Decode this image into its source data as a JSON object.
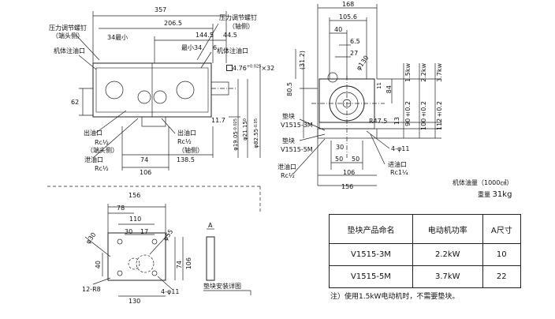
{
  "side_view": {
    "width_total": "357",
    "d206": "206.5",
    "d144": "144.5",
    "d44": "44.5",
    "min34_a": "34最小",
    "min34_b": "最小34.",
    "d6": "6",
    "d62": "62",
    "d11_7": "11.7",
    "d74": "74",
    "d138": "138.5",
    "d106": "106",
    "phi19": "φ19.05",
    "phi19_tol": "-0.025",
    "phi21": "φ21.15",
    "phi21_tol": "0",
    "phi82": "φ82.55",
    "phi82_tol": "-0.05",
    "key": "4.76",
    "key_tol": "+0.025",
    "key_len": "×32"
  },
  "side_labels": {
    "pressure_screw_left_1": "压力调节螺钉",
    "pressure_screw_left_2": "（端头侧）",
    "body_port_left": "机体注油口",
    "pressure_screw_right_1": "压力调节螺钉",
    "pressure_screw_right_2": "（轴侧）",
    "body_port_right": "机体注油口",
    "outlet_left": "出油口",
    "rc_left": "Rc½",
    "end_side": "（端头侧）",
    "drain_left": "泄油口",
    "rc_drain": "Rc½",
    "outlet_right": "出油口",
    "rc_right": "Rc½",
    "shaft_side": "（轴侧）"
  },
  "front_view": {
    "d168": "168",
    "d105": "105.6",
    "d40": "40",
    "d6_5": "6.5",
    "d27": "27",
    "d31": "(31.2)",
    "d80": "80.5",
    "phi130": "φ130",
    "d11": "11",
    "d84": "84",
    "r47": "R47.5",
    "d13": "13",
    "d30": "30",
    "d50a": "50",
    "d50b": "50",
    "d106": "106",
    "d156": "156",
    "holes": "4-φ11",
    "pad1": "垫块",
    "pad1_model": "V1515-3M",
    "pad2": "垫块",
    "pad2_model": "V1515-5M",
    "drain": "泄油口",
    "drain_rc": "Rc½",
    "inlet": "进油口",
    "inlet_rc": "Rc1¼",
    "a1": "1.5kw",
    "a2": "2.2kw",
    "a3": "3.7kw",
    "h1": "90±0.2",
    "h2": "100±0.2",
    "h3": "112±0.2"
  },
  "notes": {
    "oil": "机体油量（1000㎤）",
    "weight": "重量",
    "weight_val": "31kg"
  },
  "pad_detail": {
    "d156": "156",
    "d78": "78",
    "d110": "110",
    "d30": "30",
    "d17": "17",
    "phi30": "φ30",
    "phi55": "φ55",
    "d40": "40",
    "d74": "74",
    "d106": "106",
    "d130": "130",
    "r8": "12-R8",
    "holes": "4-φ11",
    "a": "A",
    "caption": "垫块安装详图"
  },
  "table": {
    "headers": [
      "垫块产品命名",
      "电动机功率",
      "A尺寸"
    ],
    "rows": [
      [
        "V1515-3M",
        "2.2kW",
        "10"
      ],
      [
        "V1515-5M",
        "3.7kW",
        "22"
      ]
    ],
    "note": "注）使用1.5kW电动机时，不需要垫块。"
  }
}
